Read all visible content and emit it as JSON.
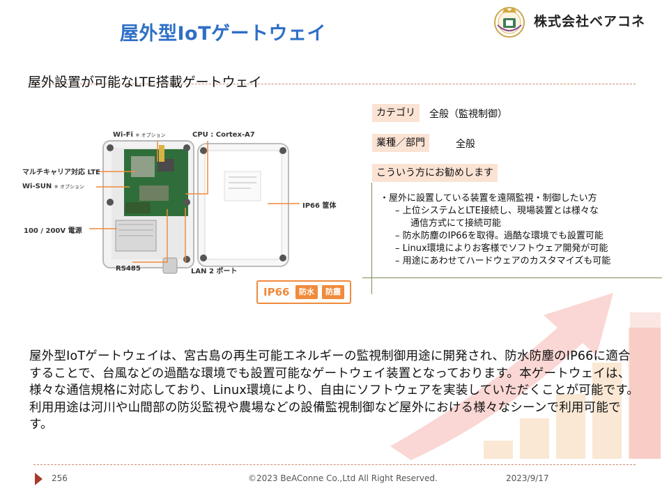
{
  "title": "屋外型IoTゲートウェイ",
  "company": {
    "name": "株式会社ベアコネ",
    "seal_icon": "crown-seal-icon"
  },
  "subtitle": "屋外設置が可能なLTE搭載ゲートウェイ",
  "figure": {
    "labels": {
      "wifi": "Wi-Fi",
      "wifi_note": "※ オプション",
      "cpu": "CPU : Cortex-A7",
      "lte": "マルチキャリア対応 LTE",
      "wisun": "Wi-SUN",
      "wisun_note": "※ オプション",
      "power": "100 / 200V 電源",
      "rs485": "RS485",
      "lan": "LAN 2 ポート",
      "enclosure": "IP66 筐体"
    },
    "badge": {
      "text": "IP66",
      "chip1": "防水",
      "chip2": "防塵"
    },
    "accent": "#f08a3c"
  },
  "info": {
    "category_label": "カテゴリ",
    "category_value": "全般（監視制御）",
    "industry_label": "業種／部門",
    "industry_value": "全般",
    "audience_label": "こういう方にお勧めします",
    "bullets": [
      {
        "level": 0,
        "text": "・屋外に設置している装置を遠隔監視・制御したい方"
      },
      {
        "level": 1,
        "text": "–  上位システムとLTE接続し、現場装置とは様々な"
      },
      {
        "level": 2,
        "text": "通信方式にて接続可能"
      },
      {
        "level": 1,
        "text": "–  防水防塵のIP66を取得。過酷な環境でも設置可能"
      },
      {
        "level": 1,
        "text": "–  Linux環境によりお客様でソフトウェア開発が可能"
      },
      {
        "level": 1,
        "text": "–  用途にあわせてハードウェアのカスタマイズも可能"
      }
    ]
  },
  "body": "屋外型IoTゲートウェイは、宮古島の再生可能エネルギーの監視制御用途に開発され、防水防塵のIP66に適合することで、台風などの過酷な環境でも設置可能なゲートウェイ装置となっております。本ゲートウェイは、様々な通信規格に対応しており、Linux環境により、自由にソフトウェアを実装していただくことが可能です。利用用途は河川や山間部の防災監視や農場などの設備監視制御など屋外における様々なシーンで利用可能です。",
  "footer": {
    "page": "256",
    "copyright": "©2023 BeAConne Co.,Ltd All Right Reserved.",
    "date": "2023/9/17"
  },
  "colors": {
    "title": "#2e6fc6",
    "tag_bg": "#fbe3d4",
    "arrow": "#f4a6a0",
    "bars": "#f7dcc0"
  }
}
